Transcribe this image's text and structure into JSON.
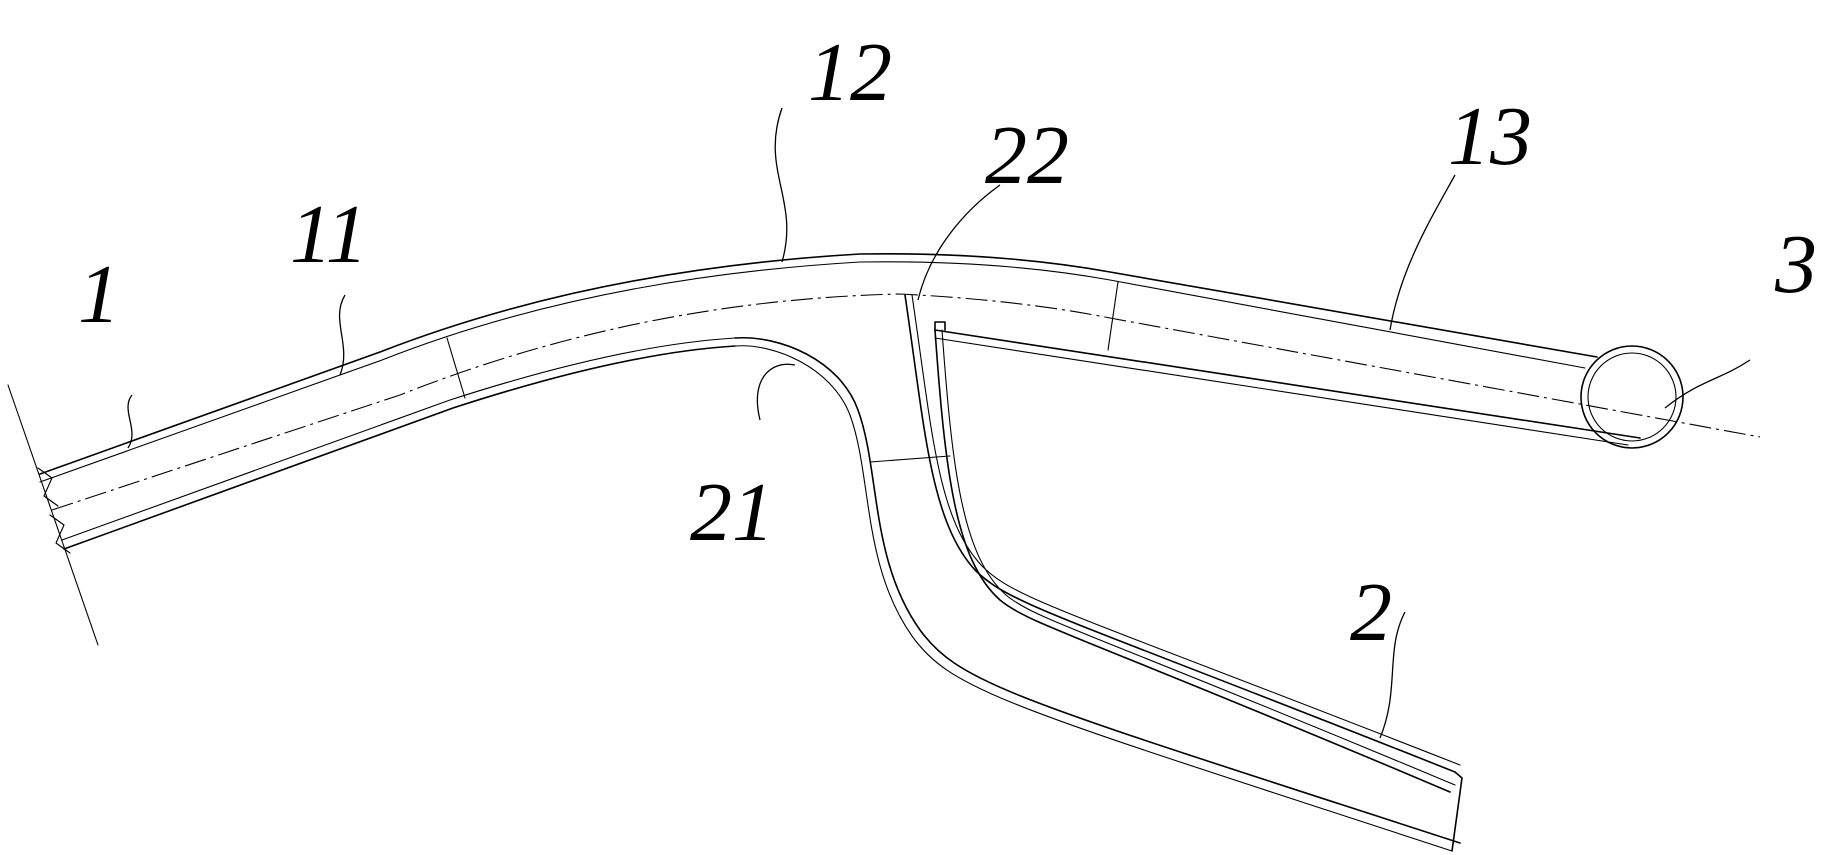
{
  "labels": {
    "main_pipe": "1",
    "segment_11": "11",
    "segment_12": "12",
    "segment_13": "13",
    "branch_pipe": "2",
    "segment_21": "21",
    "segment_22": "22",
    "ring": "3"
  }
}
